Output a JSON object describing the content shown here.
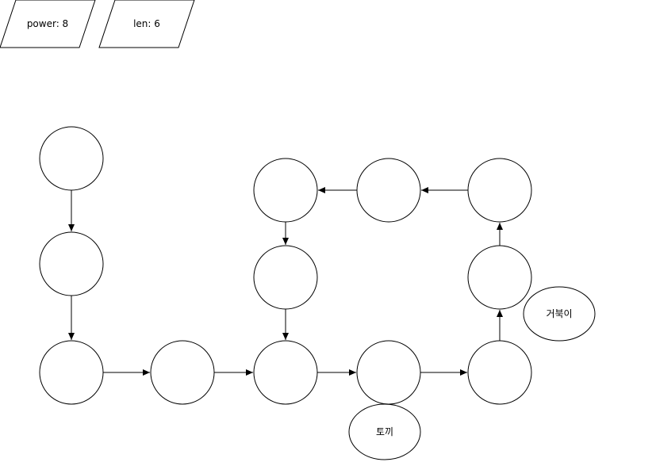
{
  "info_boxes": [
    {
      "id": "power",
      "text": "power: 8"
    },
    {
      "id": "len",
      "text": "len: 6"
    }
  ],
  "nodes": [
    {
      "id": "n1",
      "label": ""
    },
    {
      "id": "n2",
      "label": ""
    },
    {
      "id": "n3",
      "label": ""
    },
    {
      "id": "n4",
      "label": ""
    },
    {
      "id": "n5",
      "label": ""
    },
    {
      "id": "n6",
      "label": ""
    },
    {
      "id": "n7",
      "label": ""
    },
    {
      "id": "n8",
      "label": ""
    },
    {
      "id": "n9",
      "label": ""
    },
    {
      "id": "n10",
      "label": ""
    },
    {
      "id": "n11",
      "label": ""
    },
    {
      "id": "n12",
      "label": ""
    }
  ],
  "edges": [
    {
      "from": "n1",
      "to": "n2"
    },
    {
      "from": "n2",
      "to": "n3"
    },
    {
      "from": "n3",
      "to": "n4"
    },
    {
      "from": "n4",
      "to": "n5"
    },
    {
      "from": "n5",
      "to": "n6"
    },
    {
      "from": "n6",
      "to": "n7"
    },
    {
      "from": "n7",
      "to": "n8"
    },
    {
      "from": "n8",
      "to": "n9"
    },
    {
      "from": "n9",
      "to": "n10"
    },
    {
      "from": "n10",
      "to": "n11"
    },
    {
      "from": "n11",
      "to": "n12"
    },
    {
      "from": "n12",
      "to": "n5"
    }
  ],
  "markers": [
    {
      "id": "rabbit",
      "text": "토끼",
      "near": "n6"
    },
    {
      "id": "turtle",
      "text": "거북이",
      "near": "n8"
    }
  ],
  "colors": {
    "stroke": "#000000",
    "fill": "#ffffff"
  }
}
